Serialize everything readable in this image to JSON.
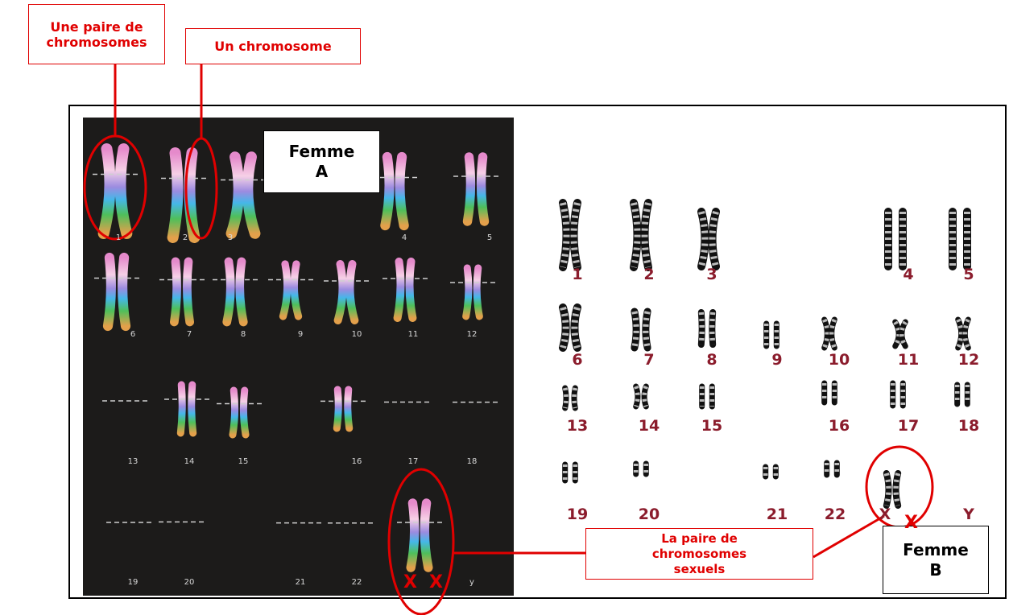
{
  "labels": {
    "pair": "Une paire de chromosomes",
    "single": "Un chromosome",
    "sex_pair": "La paire de chromosomes sexuels",
    "woman_a": "Femme A",
    "woman_b": "Femme B"
  },
  "karyotype_a": {
    "numbers": [
      "1",
      "2",
      "3",
      "4",
      "5",
      "6",
      "7",
      "8",
      "9",
      "10",
      "11",
      "12",
      "13",
      "14",
      "15",
      "16",
      "17",
      "18",
      "19",
      "20",
      "21",
      "22",
      "y"
    ],
    "sex_marks": [
      "X",
      "X"
    ]
  },
  "karyotype_b": {
    "numbers": [
      "1",
      "2",
      "3",
      "4",
      "5",
      "6",
      "7",
      "8",
      "9",
      "10",
      "11",
      "12",
      "13",
      "14",
      "15",
      "16",
      "17",
      "18",
      "19",
      "20",
      "21",
      "22",
      "X",
      "Y"
    ],
    "sex_mark": "X"
  },
  "colors": {
    "annotation_red": "#e00000",
    "karyotype_b_numbers": "#8b1c2c",
    "panel_a_bg": "#1c1b1a"
  }
}
